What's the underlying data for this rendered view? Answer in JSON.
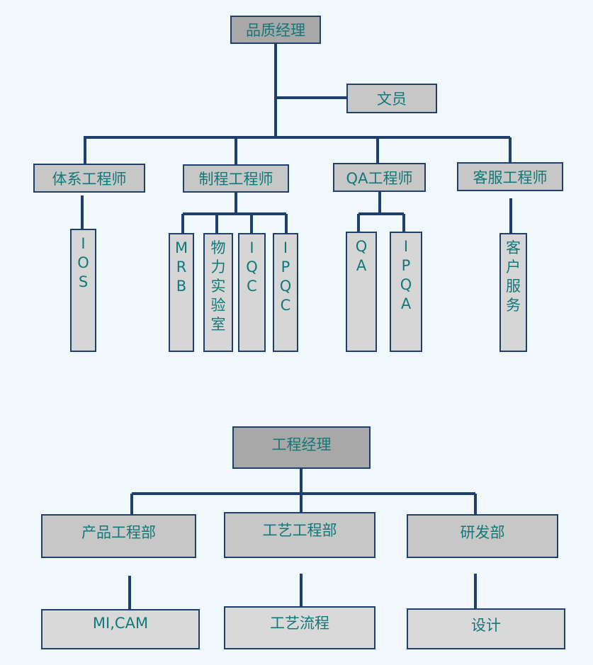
{
  "chart1": {
    "top": "品质经理",
    "assistant": "文员",
    "groups": [
      {
        "label": "体系工程师",
        "subs": [
          [
            "I",
            "O",
            "S"
          ]
        ]
      },
      {
        "label": "制程工程师",
        "subs": [
          [
            "M",
            "R",
            "B"
          ],
          [
            "物",
            "力",
            "实",
            "验",
            "室"
          ],
          [
            "I",
            "Q",
            "C"
          ],
          [
            "I",
            "P",
            "Q",
            "C"
          ]
        ]
      },
      {
        "label": "QA工程师",
        "subs": [
          [
            "Q",
            "A"
          ],
          [
            "I",
            "P",
            "Q",
            "A"
          ]
        ]
      },
      {
        "label": "客服工程师",
        "subs": [
          [
            "客",
            "户",
            "服",
            "务"
          ]
        ]
      }
    ]
  },
  "chart2": {
    "top": "工程经理",
    "groups": [
      {
        "label": "产品工程部",
        "sub": "MI,CAM"
      },
      {
        "label": "工艺工程部",
        "sub": "工艺流程"
      },
      {
        "label": "研发部",
        "sub": "设计"
      }
    ]
  },
  "colors": {
    "line": "#1f3f6f",
    "text": "#137878",
    "background": "#f0f8fc"
  }
}
